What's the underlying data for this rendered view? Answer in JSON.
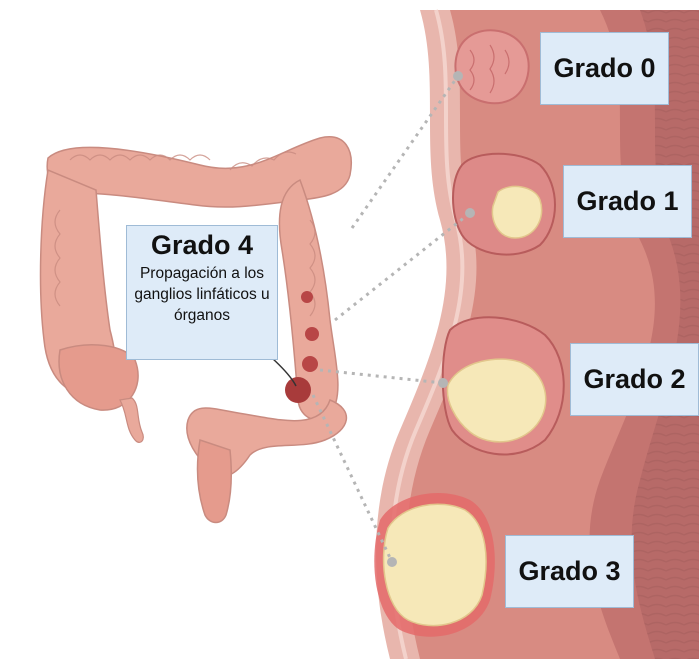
{
  "stages": [
    {
      "id": "grade0",
      "label": "Grado 0"
    },
    {
      "id": "grade1",
      "label": "Grado 1"
    },
    {
      "id": "grade2",
      "label": "Grado 2"
    },
    {
      "id": "grade3",
      "label": "Grado 3"
    }
  ],
  "grade4": {
    "label": "Grado 4",
    "description": "Propagación a los ganglios linfáticos u órganos"
  },
  "colors": {
    "colon": "#e9a99b",
    "colon_dark": "#c97f72",
    "wall_outer": "#e8b6ad",
    "lumen": "#b76a68",
    "tumor_base": "#d9787a",
    "tumor_core": "#f6e8b8",
    "label_fill": "#deebf8",
    "label_border": "#9fbbd6",
    "connector": "#b5b5b5"
  }
}
